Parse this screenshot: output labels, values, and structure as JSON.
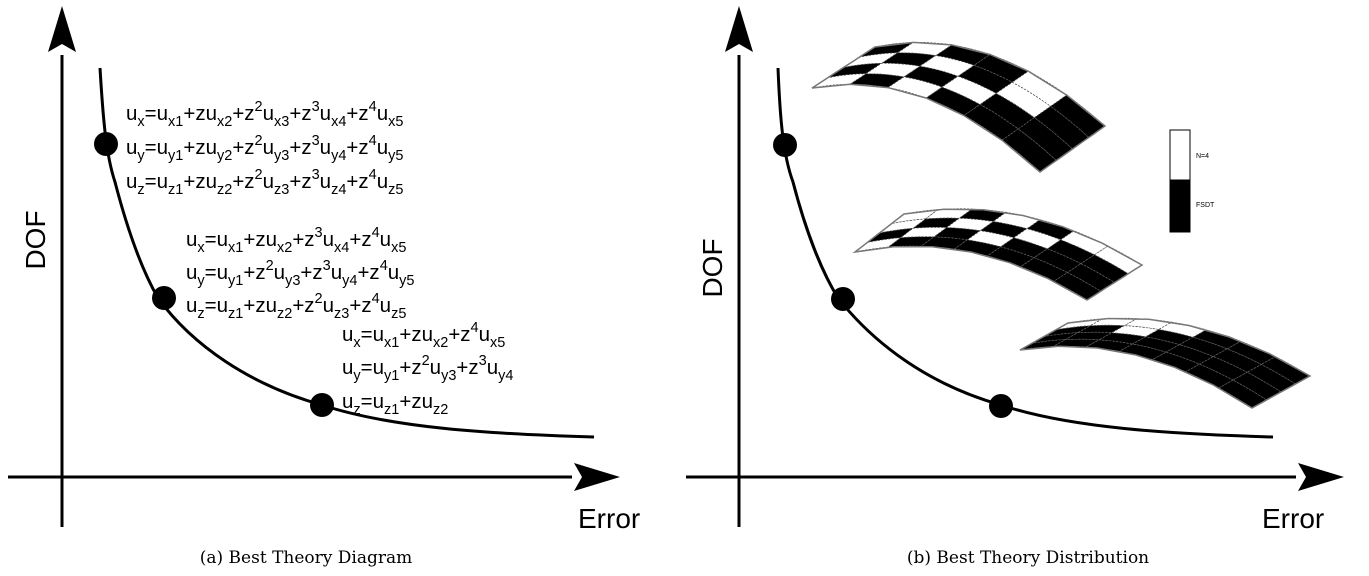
{
  "panel_a": {
    "y_axis_label": "DOF",
    "x_axis_label": "Error",
    "caption": "(a) Best Theory Diagram",
    "theories": [
      {
        "equations": [
          [
            [
              "u",
              "n"
            ],
            [
              "x",
              "b"
            ],
            [
              "=u",
              "n"
            ],
            [
              "x1",
              "b"
            ],
            [
              "+zu",
              "n"
            ],
            [
              "x2",
              "b"
            ],
            [
              "+z",
              "n"
            ],
            [
              "2",
              "p"
            ],
            [
              "u",
              "n"
            ],
            [
              "x3",
              "b"
            ],
            [
              "+z",
              "n"
            ],
            [
              "3",
              "p"
            ],
            [
              "u",
              "n"
            ],
            [
              "x4",
              "b"
            ],
            [
              "+z",
              "n"
            ],
            [
              "4",
              "p"
            ],
            [
              "u",
              "n"
            ],
            [
              "x5",
              "b"
            ]
          ],
          [
            [
              "u",
              "n"
            ],
            [
              "y",
              "b"
            ],
            [
              "=u",
              "n"
            ],
            [
              "y1",
              "b"
            ],
            [
              "+zu",
              "n"
            ],
            [
              "y2",
              "b"
            ],
            [
              "+z",
              "n"
            ],
            [
              "2",
              "p"
            ],
            [
              "u",
              "n"
            ],
            [
              "y3",
              "b"
            ],
            [
              "+z",
              "n"
            ],
            [
              "3",
              "p"
            ],
            [
              "u",
              "n"
            ],
            [
              "y4",
              "b"
            ],
            [
              "+z",
              "n"
            ],
            [
              "4",
              "p"
            ],
            [
              "u",
              "n"
            ],
            [
              "y5",
              "b"
            ]
          ],
          [
            [
              "u",
              "n"
            ],
            [
              "z",
              "b"
            ],
            [
              "=u",
              "n"
            ],
            [
              "z1",
              "b"
            ],
            [
              "+zu",
              "n"
            ],
            [
              "z2",
              "b"
            ],
            [
              "+z",
              "n"
            ],
            [
              "2",
              "p"
            ],
            [
              "u",
              "n"
            ],
            [
              "z3",
              "b"
            ],
            [
              "+z",
              "n"
            ],
            [
              "3",
              "p"
            ],
            [
              "u",
              "n"
            ],
            [
              "z4",
              "b"
            ],
            [
              "+z",
              "n"
            ],
            [
              "4",
              "p"
            ],
            [
              "u",
              "n"
            ],
            [
              "z5",
              "b"
            ]
          ]
        ]
      },
      {
        "equations": [
          [
            [
              "u",
              "n"
            ],
            [
              "x",
              "b"
            ],
            [
              "=u",
              "n"
            ],
            [
              "x1",
              "b"
            ],
            [
              "+zu",
              "n"
            ],
            [
              "x2",
              "b"
            ],
            [
              "+z",
              "n"
            ],
            [
              "3",
              "p"
            ],
            [
              "u",
              "n"
            ],
            [
              "x4",
              "b"
            ],
            [
              "+z",
              "n"
            ],
            [
              "4",
              "p"
            ],
            [
              "u",
              "n"
            ],
            [
              "x5",
              "b"
            ]
          ],
          [
            [
              "u",
              "n"
            ],
            [
              "y",
              "b"
            ],
            [
              "=u",
              "n"
            ],
            [
              "y1",
              "b"
            ],
            [
              "+z",
              "n"
            ],
            [
              "2",
              "p"
            ],
            [
              "u",
              "n"
            ],
            [
              "y3",
              "b"
            ],
            [
              "+z",
              "n"
            ],
            [
              "3",
              "p"
            ],
            [
              "u",
              "n"
            ],
            [
              "y4",
              "b"
            ],
            [
              "+z",
              "n"
            ],
            [
              "4",
              "p"
            ],
            [
              "u",
              "n"
            ],
            [
              "y5",
              "b"
            ]
          ],
          [
            [
              "u",
              "n"
            ],
            [
              "z",
              "b"
            ],
            [
              "=u",
              "n"
            ],
            [
              "z1",
              "b"
            ],
            [
              "+zu",
              "n"
            ],
            [
              "z2",
              "b"
            ],
            [
              "+z",
              "n"
            ],
            [
              "2",
              "p"
            ],
            [
              "u",
              "n"
            ],
            [
              "z3",
              "b"
            ],
            [
              "+z",
              "n"
            ],
            [
              "4",
              "p"
            ],
            [
              "u",
              "n"
            ],
            [
              "z5",
              "b"
            ]
          ]
        ]
      },
      {
        "equations": [
          [
            [
              "u",
              "n"
            ],
            [
              "x",
              "b"
            ],
            [
              "=u",
              "n"
            ],
            [
              "x1",
              "b"
            ],
            [
              "+zu",
              "n"
            ],
            [
              "x2",
              "b"
            ],
            [
              "+z",
              "n"
            ],
            [
              "4",
              "p"
            ],
            [
              "u",
              "n"
            ],
            [
              "x5",
              "b"
            ]
          ],
          [
            [
              "u",
              "n"
            ],
            [
              "y",
              "b"
            ],
            [
              "=u",
              "n"
            ],
            [
              "y1",
              "b"
            ],
            [
              "+z",
              "n"
            ],
            [
              "2",
              "p"
            ],
            [
              "u",
              "n"
            ],
            [
              "y3",
              "b"
            ],
            [
              "+z",
              "n"
            ],
            [
              "3",
              "p"
            ],
            [
              "u",
              "n"
            ],
            [
              "y4",
              "b"
            ]
          ],
          [
            [
              "u",
              "n"
            ],
            [
              "z",
              "b"
            ],
            [
              "=u",
              "n"
            ],
            [
              "z1",
              "b"
            ],
            [
              "+zu",
              "n"
            ],
            [
              "z2",
              "b"
            ]
          ]
        ]
      }
    ]
  },
  "panel_b": {
    "y_axis_label": "DOF",
    "x_axis_label": "Error",
    "caption": "(b) Best Theory Distribution",
    "legend": [
      {
        "label": "N=4",
        "color": "#ffffff"
      },
      {
        "label": "FSDT",
        "color": "#000000"
      }
    ],
    "plates": [
      {
        "rows": [
          "BWBBWB",
          "WBWBWB",
          "BWBWBB",
          "WBWBBB"
        ]
      },
      {
        "rows": [
          "WWBWBWW",
          "WBWBWBB",
          "BWBWBBB",
          "WBBBBBB"
        ]
      },
      {
        "rows": [
          "WWWWBBB",
          "BBWBBBB",
          "BBBBBBB",
          "BBBBBBB"
        ]
      }
    ]
  }
}
